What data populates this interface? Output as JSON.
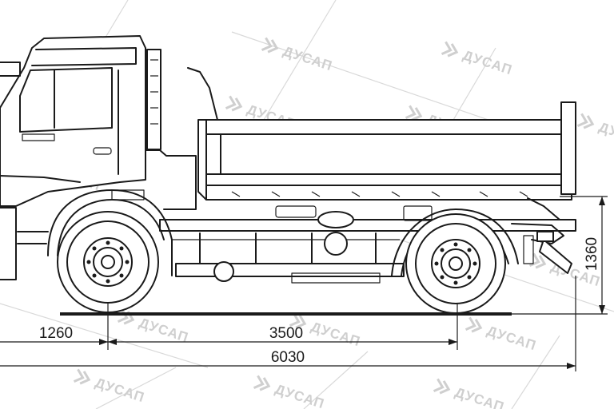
{
  "watermark": {
    "brand": "ДУСАП"
  },
  "dimensions": {
    "front_overhang": "1260",
    "wheelbase": "3500",
    "overall_length": "6030",
    "frame_height": "1360"
  },
  "colors": {
    "line": "#1a1a1a",
    "watermark": "#cfcfcf",
    "background": "#ffffff"
  }
}
